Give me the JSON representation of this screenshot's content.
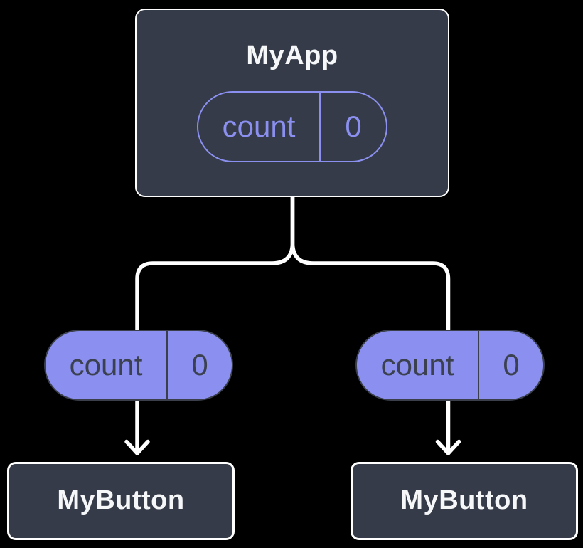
{
  "colors": {
    "bg": "#000000",
    "box_fill": "#353B48",
    "box_border": "#FFFFFF",
    "purple": "#8B90F0",
    "pill_stroke": "#3A3F4B",
    "pill_text_dark": "#3B414F",
    "text_light": "#F6F7F9",
    "connector": "#FFFFFF"
  },
  "nodes": {
    "root": {
      "label": "MyApp",
      "pill": {
        "key": "count",
        "value": "0"
      }
    },
    "left_pill": {
      "key": "count",
      "value": "0"
    },
    "right_pill": {
      "key": "count",
      "value": "0"
    },
    "left_child": {
      "label": "MyButton"
    },
    "right_child": {
      "label": "MyButton"
    }
  }
}
